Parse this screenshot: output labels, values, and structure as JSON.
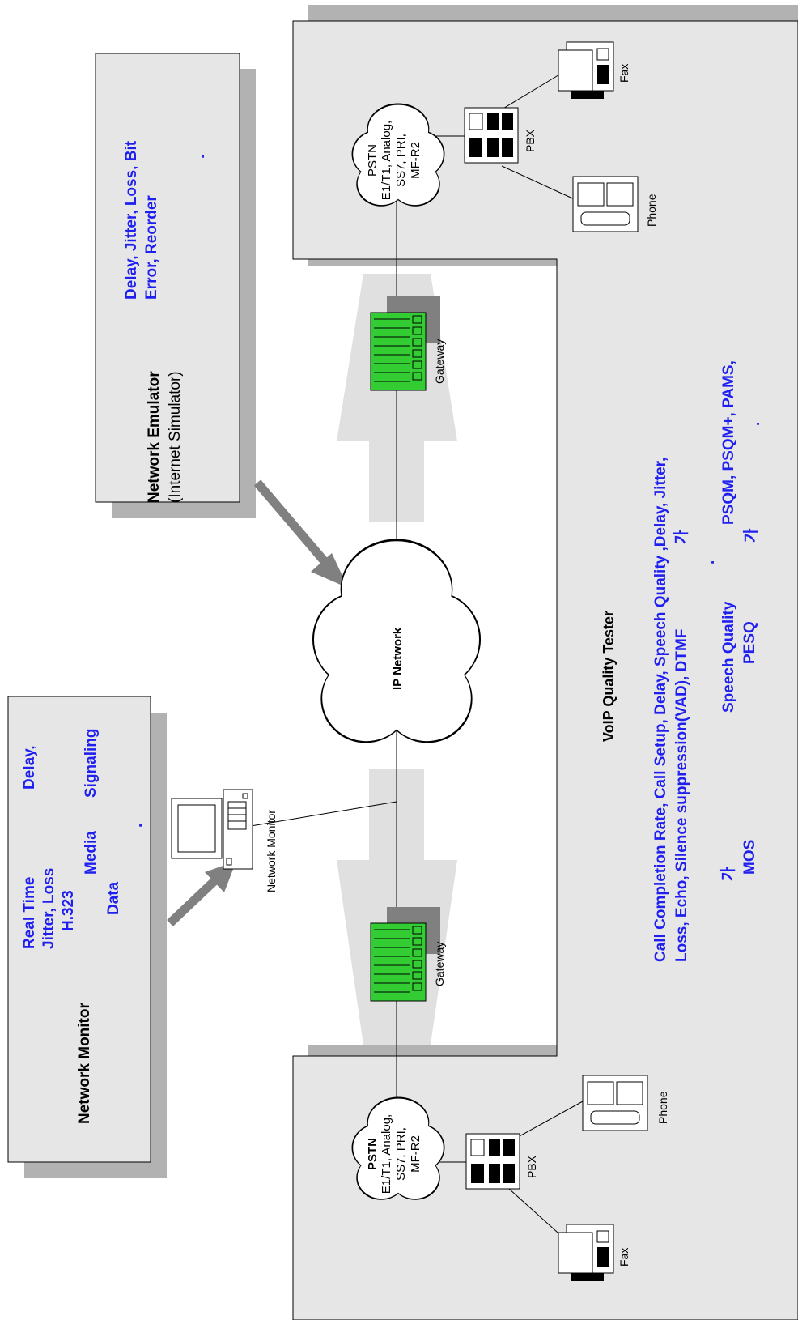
{
  "network_monitor_panel": {
    "title": "Network Monitor",
    "features": [
      "Real Time",
      "Delay,",
      "Jitter, Loss",
      "H.323",
      "Media",
      "Signaling",
      "Data",
      "."
    ]
  },
  "network_emulator_panel": {
    "title": "Network Emulator",
    "subtitle": "(Internet Simulator)",
    "features_line1": "Delay, Jitter, Loss, Bit",
    "features_line2": "Error, Reorder",
    "dot": "."
  },
  "ip_network": {
    "label": "IP Network"
  },
  "network_monitor_device": {
    "label": "Network Monitor"
  },
  "gateways": {
    "top_label": "Gateway",
    "bottom_label": "Gateway"
  },
  "pstn_top": {
    "lines": [
      "PSTN",
      "E1/T1, Analog,",
      "SS7, PRI,",
      "MF-R2"
    ]
  },
  "pstn_bottom": {
    "lines": [
      "PSTN",
      "E1/T1, Analog,",
      "SS7, PRI,",
      "MF-R2"
    ]
  },
  "devices": {
    "pbx": "PBX",
    "fax": "Fax",
    "phone": "Phone"
  },
  "quality_tester": {
    "title": "VoIP Quality Tester",
    "line1": "Call Completion Rate, Call Setup, Delay, Speech Quality ,Delay, Jitter,",
    "line2": "Loss, Echo, Silence suppression(VAD), DTMF",
    "hangul_1": "가",
    "dot_1": ".",
    "speech_quality": "Speech Quality",
    "psqm_line": "PSQM, PSQM+,  PAMS,",
    "hangul_2": "가",
    "pesq": "PESQ",
    "dot_2": ".",
    "hangul_3": "가",
    "mos": "MOS"
  },
  "colors": {
    "panel_fill": "#e6e6e6",
    "shadow": "#b2b2b2",
    "gateway_green": "#33cc33",
    "emphasis_text": "#1f1ff0",
    "arrow_gray": "#808080"
  }
}
